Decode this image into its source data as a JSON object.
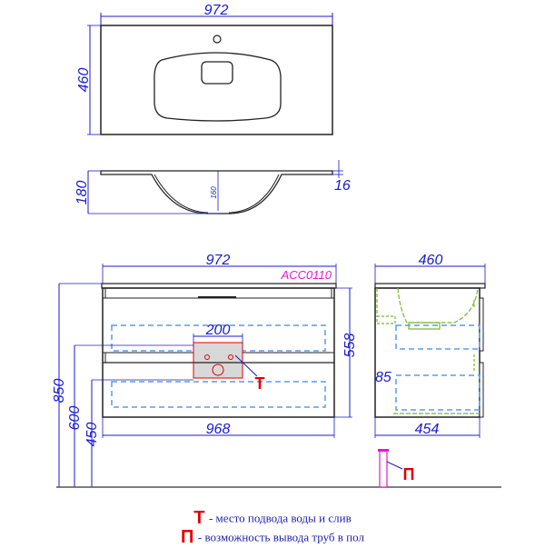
{
  "top_view": {
    "width_label": "972",
    "depth_label": "460"
  },
  "section_view": {
    "height_label": "180",
    "bowl_depth_label": "160",
    "rim_label": "16"
  },
  "front_view": {
    "top_width_label": "972",
    "model_code": "ACC0110",
    "plumbing_zone_width_label": "200",
    "cabinet_height_label": "558",
    "bottom_width_label": "968",
    "total_height_label": "850",
    "height_600_label": "600",
    "height_450_label": "450",
    "marker_t": "Т"
  },
  "side_view": {
    "top_depth_label": "460",
    "offset_label": "85",
    "bottom_depth_label": "454",
    "marker_p": "П"
  },
  "legend": [
    {
      "mark": "Т",
      "text": "- место подвода воды и слив"
    },
    {
      "mark": "П",
      "text": "- возможность вывода труб в пол"
    }
  ],
  "colors": {
    "dimension": "#1a1ad0",
    "model_code": "#e01ad8",
    "marker": "#e00000",
    "drawer_dash": "#5a9be8",
    "hidden_line": "#7ab82a",
    "outline": "#222222"
  }
}
